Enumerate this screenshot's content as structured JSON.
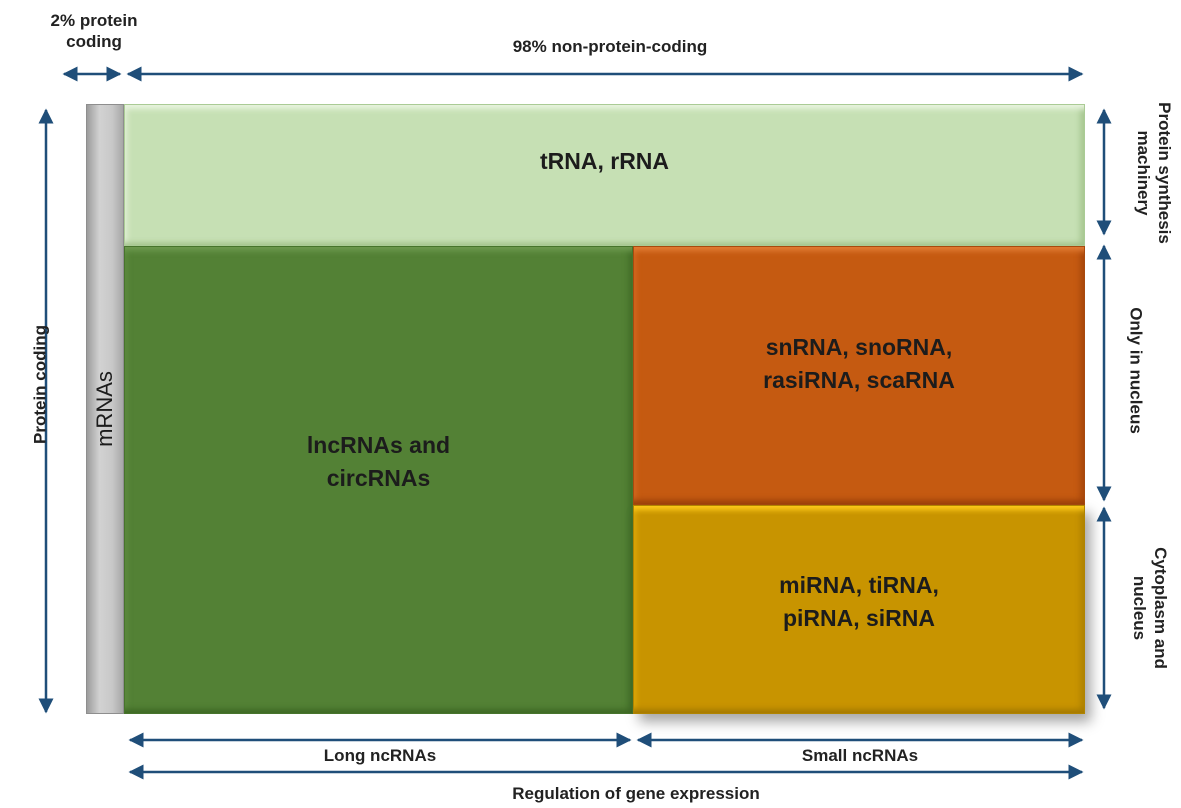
{
  "top_labels": {
    "protein_coding_pct": "2% protein\ncoding",
    "non_protein_coding_pct": "98% non-protein-coding"
  },
  "left_label": "Protein coding",
  "right_labels": {
    "protein_synthesis": "Protein synthesis\nmachinery",
    "only_nucleus": "Only in nucleus",
    "cytoplasm_nucleus": "Cytoplasm and\nnucleus"
  },
  "bottom_labels": {
    "long": "Long ncRNAs",
    "small": "Small ncRNAs",
    "regulation": "Regulation of gene expression"
  },
  "blocks": {
    "mrna": "mRNAs",
    "trna_rrna": "tRNA, rRNA",
    "lnc": "lncRNAs and\ncircRNAs",
    "snrna": "snRNA, snoRNA,\nrasiRNA, scaRNA",
    "mirna": "miRNA, tiRNA,\npiRNA, siRNA"
  },
  "colors": {
    "arrow": "#1f4e79",
    "trna_rrna": "#c6e0b4",
    "lnc": "#538135",
    "snrna": "#c55a11",
    "mirna": "#c89400",
    "mrna": "#c8c8c8"
  }
}
